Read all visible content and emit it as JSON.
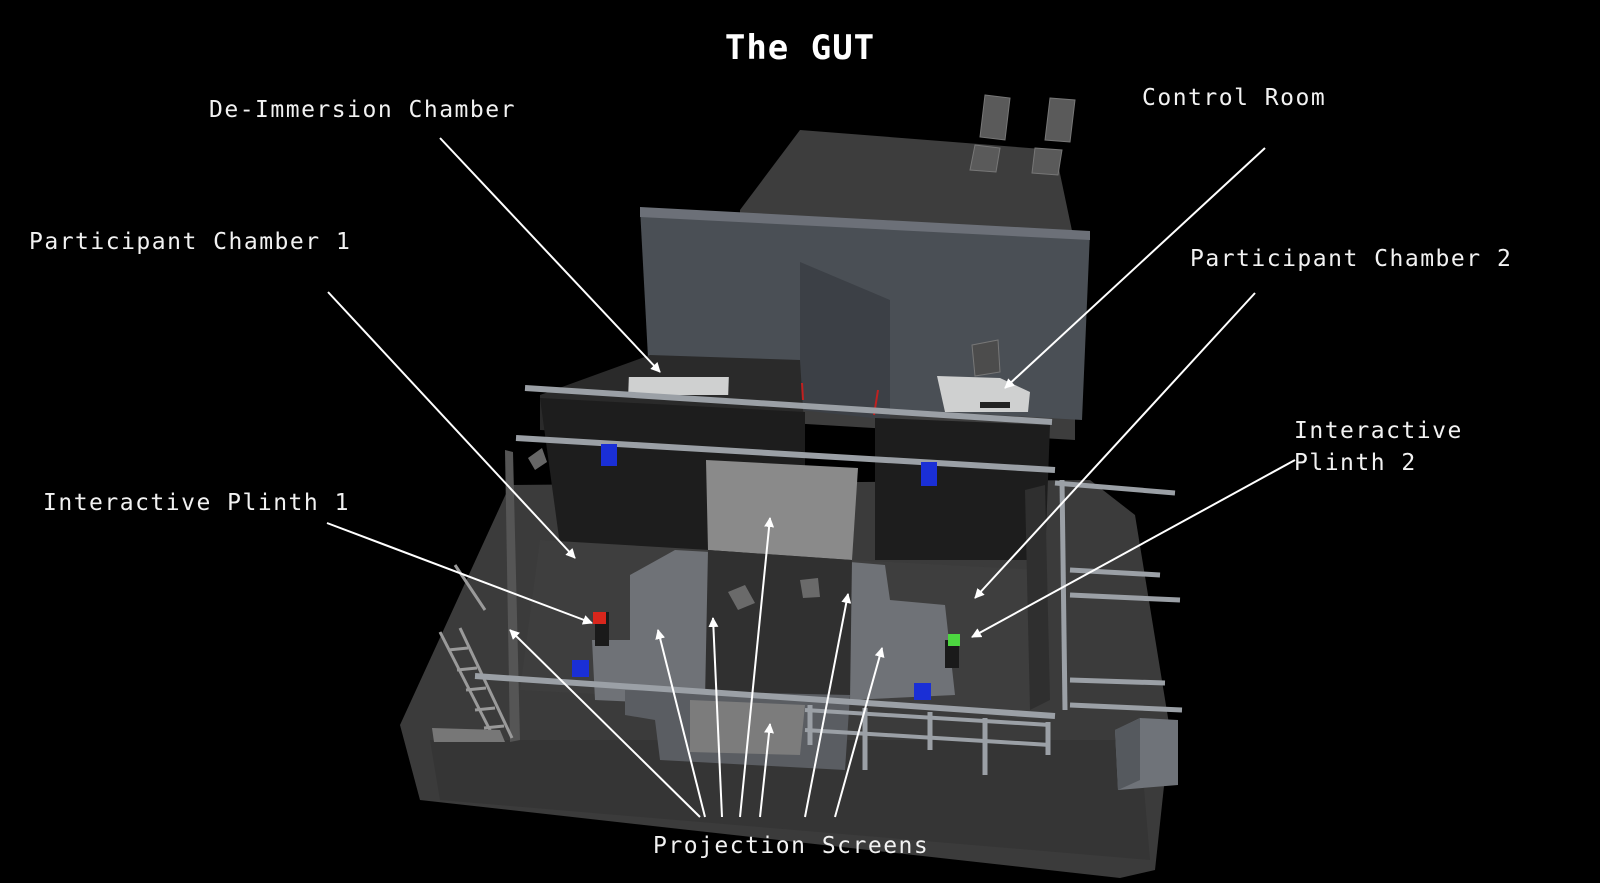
{
  "title": "The GUT",
  "labels": {
    "de_immersion_chamber": "De-Immersion Chamber",
    "control_room": "Control Room",
    "participant_chamber_1": "Participant Chamber 1",
    "participant_chamber_2": "Participant Chamber 2",
    "interactive_plinth_1": "Interactive Plinth 1",
    "interactive_plinth_2_line1": "Interactive",
    "interactive_plinth_2_line2": "Plinth 2",
    "projection_screens": "Projection Screens"
  },
  "colors": {
    "background": "#000000",
    "floor": "#3a3a3a",
    "wall": "#2b2b2b",
    "screen": "#8a8a8a",
    "rail": "#8e9298",
    "plinth_1_indicator": "#d8261c",
    "plinth_2_indicator": "#4cd640",
    "blue_box": "#1a2fd6",
    "arrow": "#ffffff"
  }
}
